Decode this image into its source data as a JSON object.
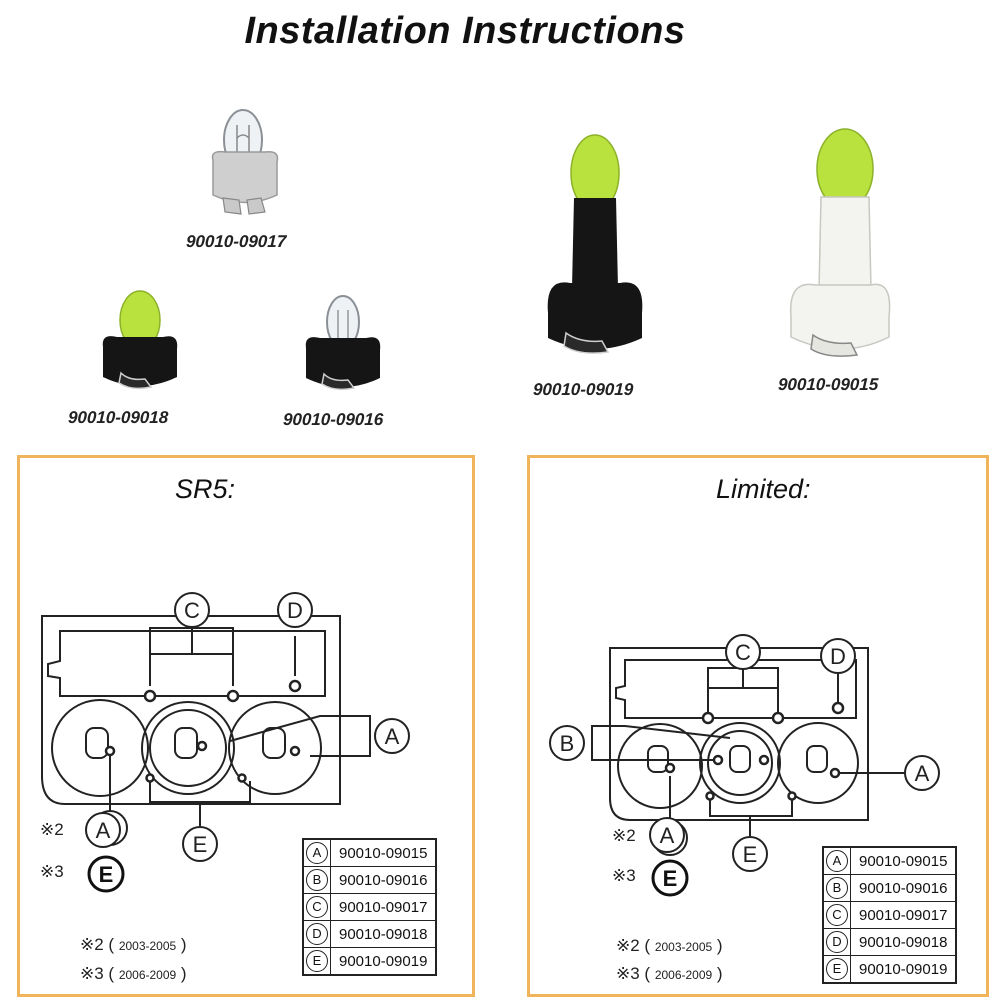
{
  "title": "Installation Instructions",
  "parts": [
    {
      "code": "90010-09017"
    },
    {
      "code": "90010-09018"
    },
    {
      "code": "90010-09016"
    },
    {
      "code": "90010-09019"
    },
    {
      "code": "90010-09015"
    }
  ],
  "panels": {
    "sr5": {
      "title": "SR5:",
      "notes": [
        {
          "mark": "※2",
          "letter": "A",
          "years": "2003-2005"
        },
        {
          "mark": "※3",
          "letter": "E",
          "years": "2006-2009"
        }
      ]
    },
    "limited": {
      "title": "Limited:",
      "notes": [
        {
          "mark": "※2",
          "letter": "A",
          "years": "2003-2005"
        },
        {
          "mark": "※3",
          "letter": "E",
          "years": "2006-2009"
        }
      ]
    }
  },
  "legend": [
    {
      "key": "A",
      "code": "90010-09015"
    },
    {
      "key": "B",
      "code": "90010-09016"
    },
    {
      "key": "C",
      "code": "90010-09017"
    },
    {
      "key": "D",
      "code": "90010-09018"
    },
    {
      "key": "E",
      "code": "90010-09019"
    }
  ],
  "colors": {
    "panel_border": "#f0b45a",
    "bulb_green": "#b9e23e",
    "socket_black": "#151515",
    "socket_gray": "#cfcfcf",
    "socket_white": "#f3f3ef"
  },
  "callouts": {
    "a": "A",
    "b": "B",
    "c": "C",
    "d": "D",
    "e": "E"
  }
}
